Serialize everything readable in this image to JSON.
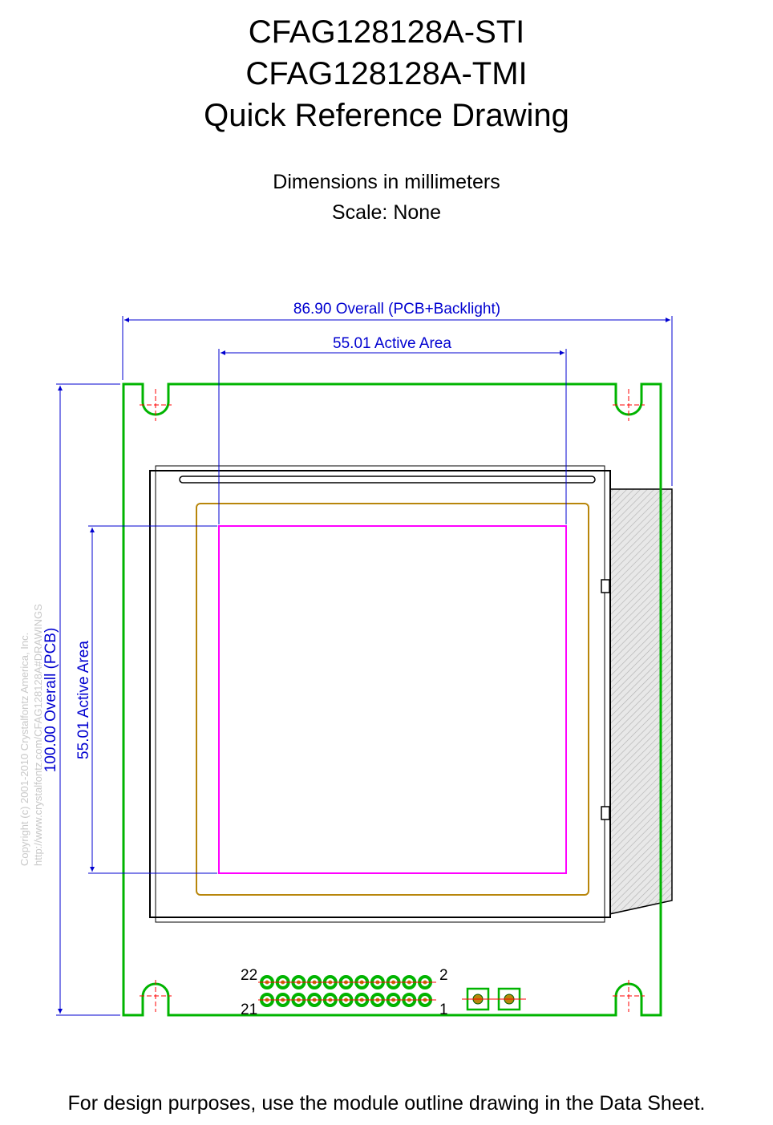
{
  "title": {
    "line1": "CFAG128128A-STI",
    "line2": "CFAG128128A-TMI",
    "line3": "Quick Reference Drawing"
  },
  "subtitle": {
    "units": "Dimensions in millimeters",
    "scale": "Scale: None"
  },
  "dimensions": {
    "overall_width": "86.90 Overall (PCB+Backlight)",
    "active_width": "55.01 Active Area",
    "overall_height": "100.00 Overall (PCB)",
    "active_height": "55.01 Active Area"
  },
  "connector": {
    "pin_top_left": "22",
    "pin_top_right": "2",
    "pin_bottom_left": "21",
    "pin_bottom_right": "1"
  },
  "copyright": {
    "line1": "Copyright (c) 2001-2010 Crystalfontz America, Inc.",
    "line2": "http://www.crystalfontz.com/CFAG128128A#DRAWINGS"
  },
  "footer": "For design purposes, use the module outline drawing in the Data Sheet.",
  "colors": {
    "pcb": "#00b400",
    "dimension": "#0000d0",
    "viewing_area": "#b8860b",
    "active_area": "#ff00ff",
    "centerline": "#ff0000"
  }
}
